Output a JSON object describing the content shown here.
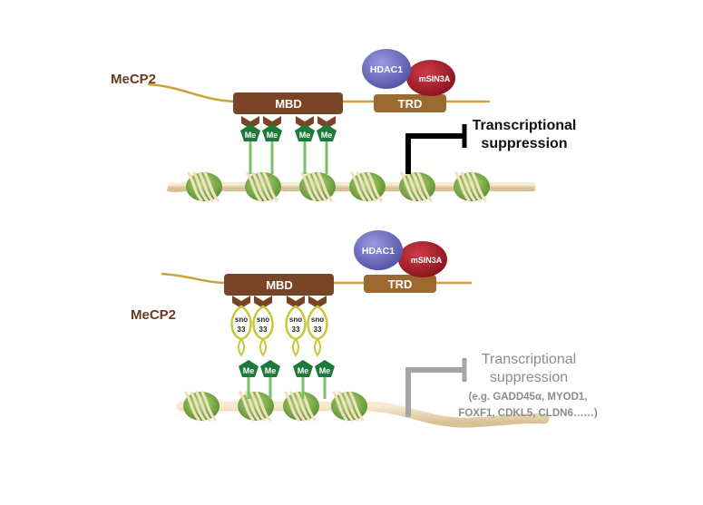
{
  "colors": {
    "mecp2_label": "#6b3a1d",
    "mbd": "#7a4527",
    "trd": "#9a6a30",
    "strand": "#c9a23c",
    "hdac1": "#6f71bf",
    "msin3a": "#a01f2a",
    "me": "#1e7a3a",
    "sno": "#c8c93a",
    "nucleosome": "#7fae45",
    "dna": "#e9d8b4",
    "repress_active": "#000000",
    "repress_inactive": "#a6a6a6"
  },
  "top": {
    "mecp2_label": "MeCP2",
    "mbd_label": "MBD",
    "trd_label": "TRD",
    "hdac1_label": "HDAC1",
    "msin3a_label": "mSIN3A",
    "me_labels": [
      "Me",
      "Me",
      "Me",
      "Me"
    ],
    "suppression_line1": "Transcriptional",
    "suppression_line2": "suppression"
  },
  "bottom": {
    "mecp2_label": "MeCP2",
    "mbd_label": "MBD",
    "trd_label": "TRD",
    "hdac1_label": "HDAC1",
    "msin3a_label": "mSIN3A",
    "me_labels": [
      "Me",
      "Me",
      "Me",
      "Me"
    ],
    "sno_labels": [
      {
        "top": "sno",
        "bottom": "33"
      },
      {
        "top": "sno",
        "bottom": "33"
      },
      {
        "top": "sno",
        "bottom": "33"
      },
      {
        "top": "sno",
        "bottom": "33"
      }
    ],
    "suppression_line1": "Transcriptional",
    "suppression_line2": "suppression",
    "genes_line1": "(e.g. GADD45α, MYOD1,",
    "genes_line2": "FOXF1, CDKL5, CLDN6……)"
  }
}
